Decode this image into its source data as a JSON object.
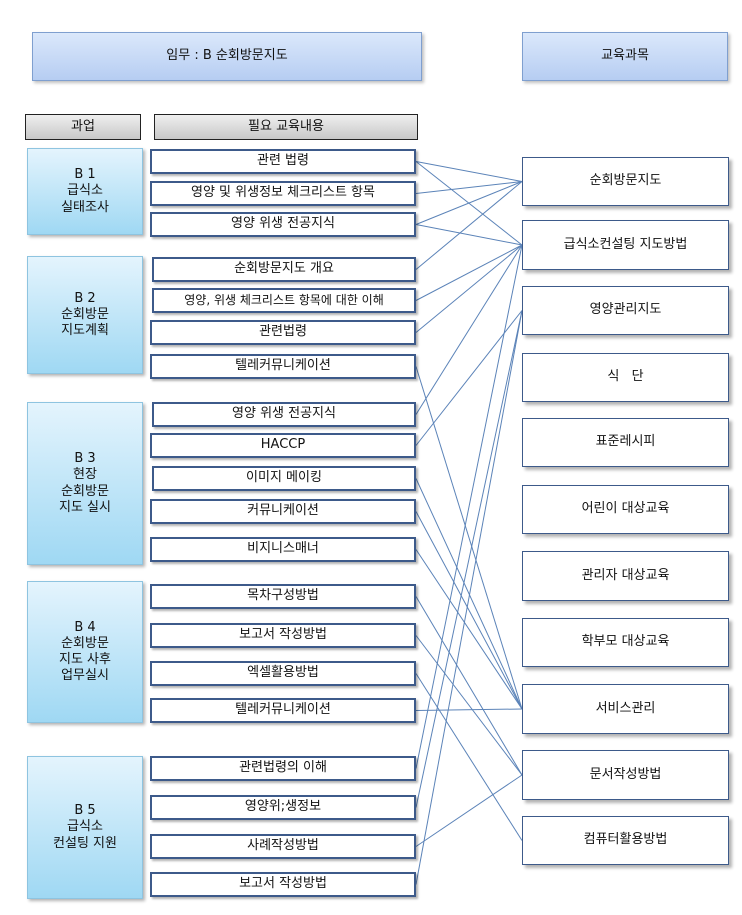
{
  "header": {
    "left_title": "임무 : B 순회방문지도",
    "right_title": "교육과목"
  },
  "column_headers": {
    "task": "과업",
    "content": "필요 교육내용"
  },
  "tasks": [
    {
      "id": "B 1",
      "lines": [
        "급식소",
        "실태조사"
      ]
    },
    {
      "id": "B 2",
      "lines": [
        "순회방문",
        "지도계획"
      ]
    },
    {
      "id": "B 3",
      "lines": [
        "현장",
        "순회방문",
        "지도 실시"
      ]
    },
    {
      "id": "B 4",
      "lines": [
        "순회방문",
        "지도 사후",
        "업무실시"
      ]
    },
    {
      "id": "B 5",
      "lines": [
        "급식소",
        "컨설팅 지원"
      ]
    }
  ],
  "contents": [
    "관련 법령",
    "영양 및 위생정보 체크리스트 항목",
    "영양 위생 전공지식",
    "순회방문지도 개요",
    "영양, 위생 체크리스트 항목에 대한 이해",
    "관련법령",
    "텔레커뮤니케이션",
    "영양 위생 전공지식",
    "HACCP",
    "이미지 메이킹",
    "커뮤니케이션",
    "비지니스매너",
    "목차구성방법",
    "보고서 작성방법",
    "엑셀활용방법",
    "텔레커뮤니케이션",
    "관련법령의 이해",
    "영양위;생정보",
    "사례작성방법",
    "보고서 작성방법"
  ],
  "courses": [
    "순회방문지도",
    "급식소컨설팅 지도방법",
    "영양관리지도",
    "식   단",
    "표준레시피",
    "어린이 대상교육",
    "관리자 대상교육",
    "학부모 대상교육",
    "서비스관리",
    "문서작성방법",
    "컴퓨터활용방법"
  ],
  "links": [
    [
      0,
      0
    ],
    [
      0,
      1
    ],
    [
      1,
      0
    ],
    [
      2,
      0
    ],
    [
      2,
      1
    ],
    [
      3,
      0
    ],
    [
      4,
      1
    ],
    [
      5,
      1
    ],
    [
      6,
      8
    ],
    [
      7,
      1
    ],
    [
      8,
      2
    ],
    [
      9,
      8
    ],
    [
      10,
      8
    ],
    [
      11,
      8
    ],
    [
      12,
      9
    ],
    [
      13,
      9
    ],
    [
      14,
      10
    ],
    [
      15,
      8
    ],
    [
      16,
      1
    ],
    [
      17,
      2
    ],
    [
      18,
      9
    ],
    [
      19,
      2
    ]
  ],
  "colors": {
    "header_fill": "#c9daf6",
    "task_fill": "#b8e3f7",
    "column_header_fill": "#d9d9d9",
    "box_border": "#3d5a8a",
    "link_line": "#5b83b8"
  }
}
